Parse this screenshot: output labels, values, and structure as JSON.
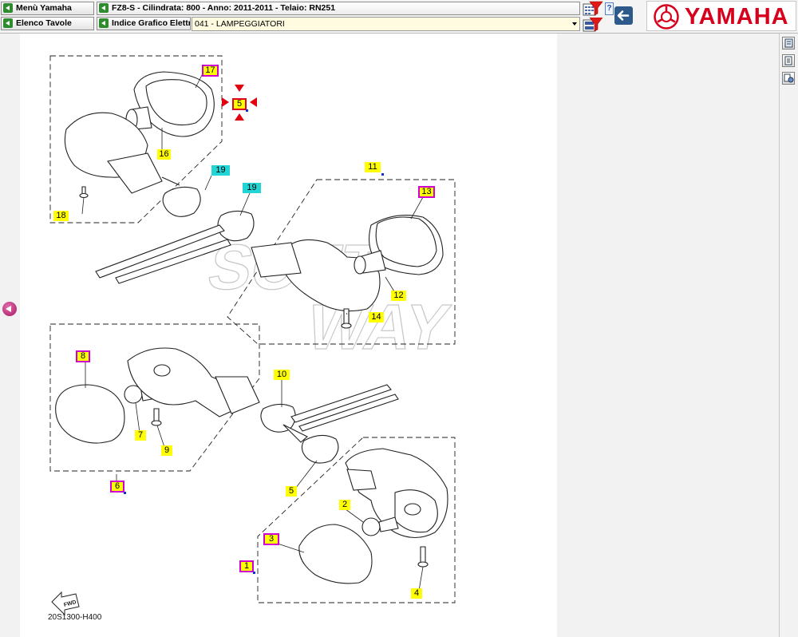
{
  "toolbar": {
    "menu_label": "Menù Yamaha",
    "tables_label": "Elenco Tavole",
    "index_label": "Indice Grafico Elettrico",
    "info_text": "FZ8-S - Cilindrata:  800 - Anno: 2011-2011 - Telaio: RN251",
    "selected_table": "041 - LAMPEGGIATORI",
    "help_label": "?"
  },
  "brand": {
    "name": "YAMAHA",
    "color": "#d6001c"
  },
  "diagram": {
    "code": "20S1300-H400",
    "watermark_line1": "SOFT",
    "watermark_line2": "WAY",
    "fwd_label": "FWD",
    "callouts": [
      {
        "id": "17",
        "style": "m"
      },
      {
        "id": "5",
        "style": "r"
      },
      {
        "id": "16",
        "style": "y"
      },
      {
        "id": "18",
        "style": "y"
      },
      {
        "id": "19",
        "style": "c"
      },
      {
        "id": "19",
        "style": "c"
      },
      {
        "id": "11",
        "style": "y"
      },
      {
        "id": "13",
        "style": "m"
      },
      {
        "id": "12",
        "style": "y"
      },
      {
        "id": "14",
        "style": "y"
      },
      {
        "id": "8",
        "style": "m"
      },
      {
        "id": "7",
        "style": "y"
      },
      {
        "id": "9",
        "style": "y"
      },
      {
        "id": "10",
        "style": "y"
      },
      {
        "id": "6",
        "style": "m"
      },
      {
        "id": "5",
        "style": "y"
      },
      {
        "id": "2",
        "style": "y"
      },
      {
        "id": "3",
        "style": "m"
      },
      {
        "id": "1",
        "style": "m"
      },
      {
        "id": "4",
        "style": "y"
      }
    ]
  },
  "colors": {
    "label_yellow": "#ffff00",
    "label_cyan": "#22d4d4",
    "label_magenta_border": "#d000d0",
    "nav_arrow": "#a8135e"
  },
  "icons": {
    "back": "arrow-left-icon",
    "filter": "filter-icon",
    "help": "help-icon",
    "sidebar": [
      "parts-list-icon",
      "document-icon",
      "cart-icon"
    ]
  }
}
